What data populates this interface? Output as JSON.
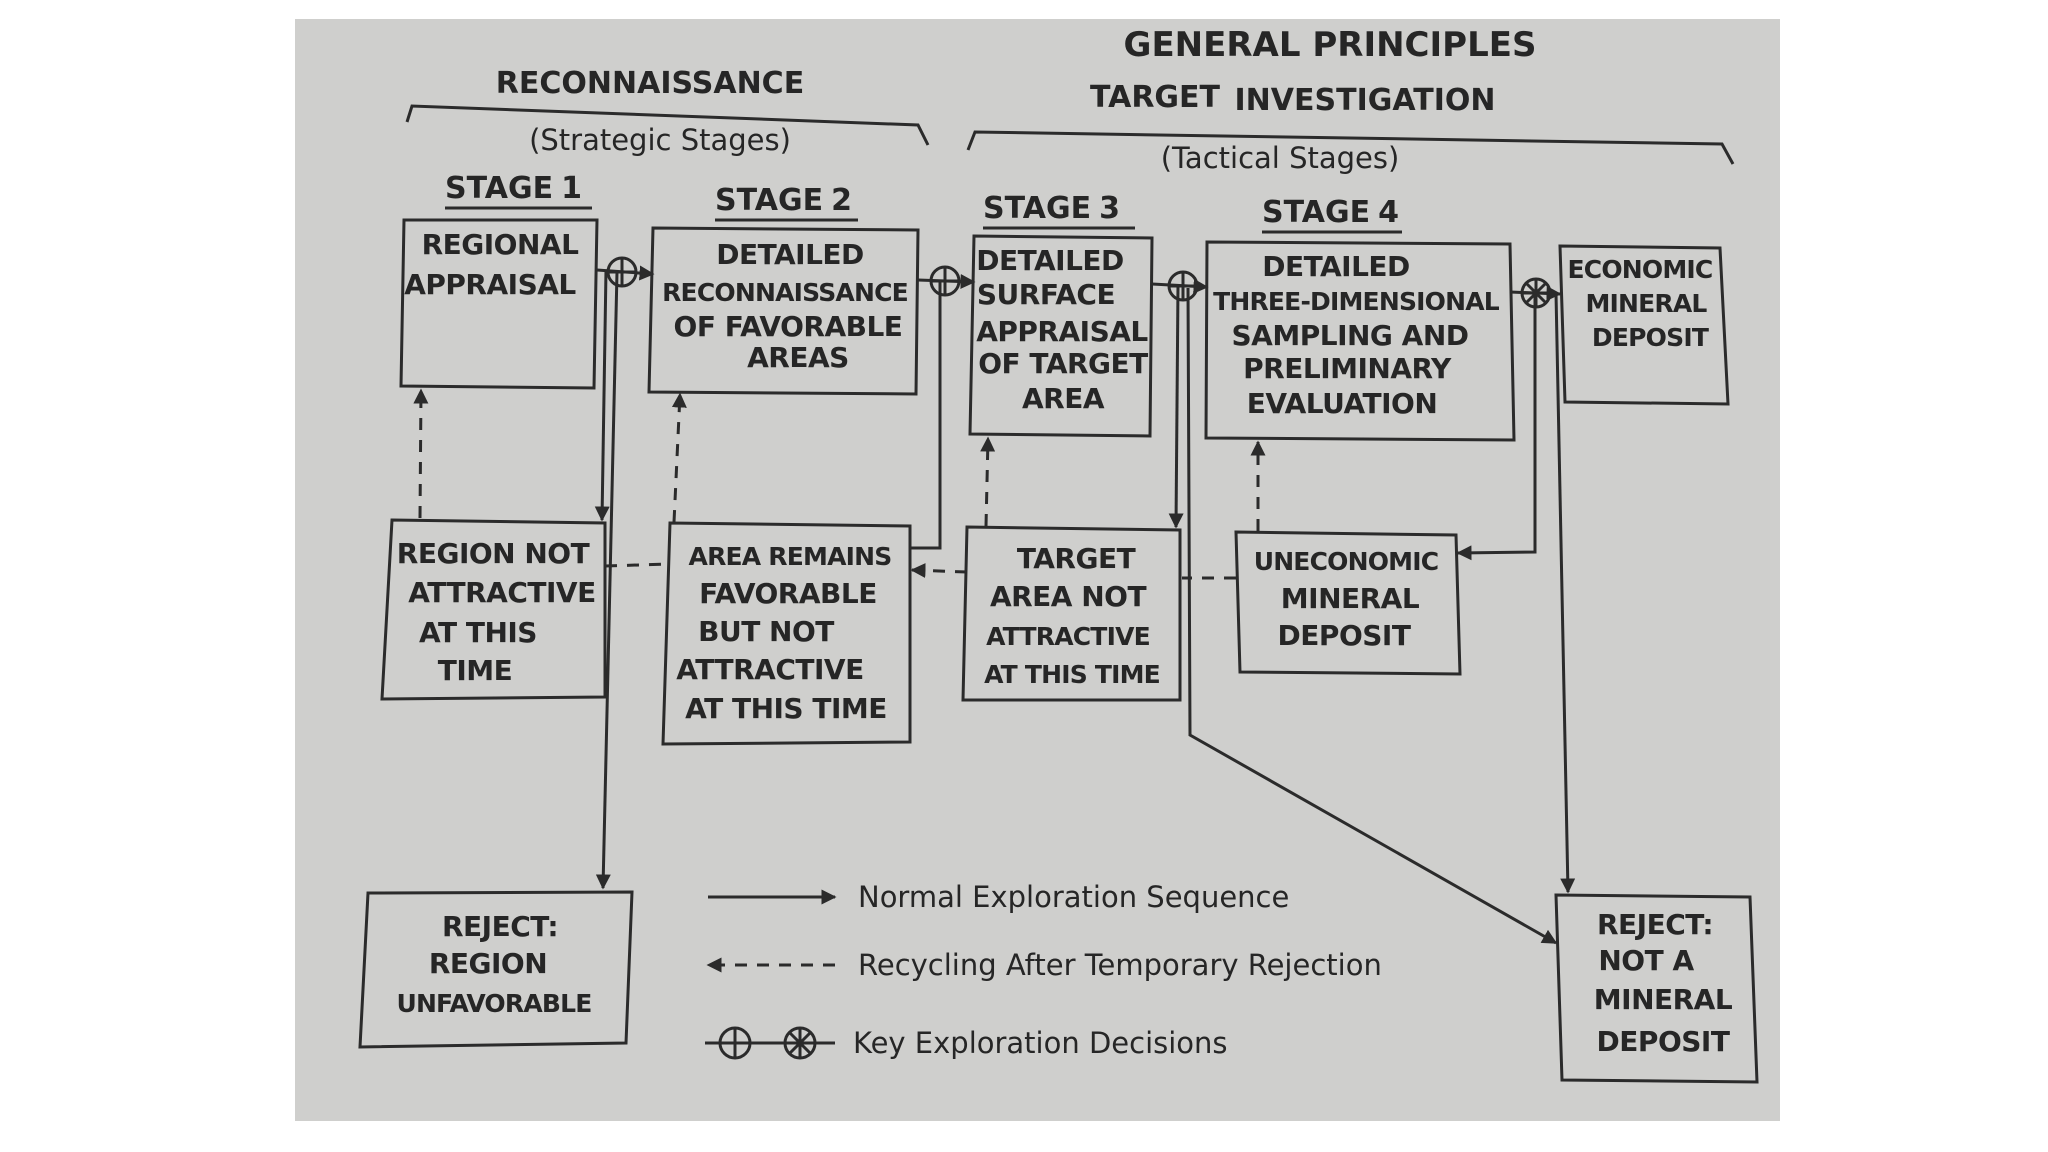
{
  "header": {
    "reconnaissance": "RECONNAISSANCE",
    "strategic": "(Strategic Stages)",
    "general": "GENERAL PRINCIPLES",
    "target": "TARGET",
    "investigation": "INVESTIGATION",
    "tactical": "(Tactical Stages)"
  },
  "stages": [
    {
      "label": "STAGE",
      "num": "1"
    },
    {
      "label": "STAGE",
      "num": "2"
    },
    {
      "label": "STAGE",
      "num": "3"
    },
    {
      "label": "STAGE",
      "num": "4"
    }
  ],
  "boxes": {
    "regional": [
      "REGIONAL",
      "APPRAISAL"
    ],
    "detailed_recon": [
      "DETAILED",
      "RECONNAISSANCE",
      "OF FAVORABLE",
      "AREAS"
    ],
    "surface": [
      "DETAILED",
      "SURFACE",
      "APPRAISAL",
      "OF TARGET",
      "AREA"
    ],
    "three_d": [
      "DETAILED",
      "THREE-DIMENSIONAL",
      "SAMPLING AND",
      "PRELIMINARY",
      "EVALUATION"
    ],
    "economic": [
      "ECONOMIC",
      "MINERAL",
      "DEPOSIT"
    ],
    "region_not": [
      "REGION NOT",
      "ATTRACTIVE",
      "AT THIS",
      "TIME"
    ],
    "area_remains": [
      "AREA REMAINS",
      "FAVORABLE",
      "BUT NOT",
      "ATTRACTIVE",
      "AT THIS TIME"
    ],
    "target_area": [
      "TARGET",
      "AREA NOT",
      "ATTRACTIVE",
      "AT THIS TIME"
    ],
    "uneconomic": [
      "UNECONOMIC",
      "MINERAL",
      "DEPOSIT"
    ],
    "reject_region": [
      "REJECT:",
      "REGION",
      "UNFAVORABLE"
    ],
    "reject_mineral": [
      "REJECT:",
      "NOT A",
      "MINERAL",
      "DEPOSIT"
    ]
  },
  "legend": {
    "normal": "Normal Exploration Sequence",
    "recycling": "Recycling After Temporary Rejection",
    "decisions": "Key Exploration Decisions"
  },
  "colors": {
    "background": "#cfcfcd",
    "ink": "#2b2b2b"
  }
}
